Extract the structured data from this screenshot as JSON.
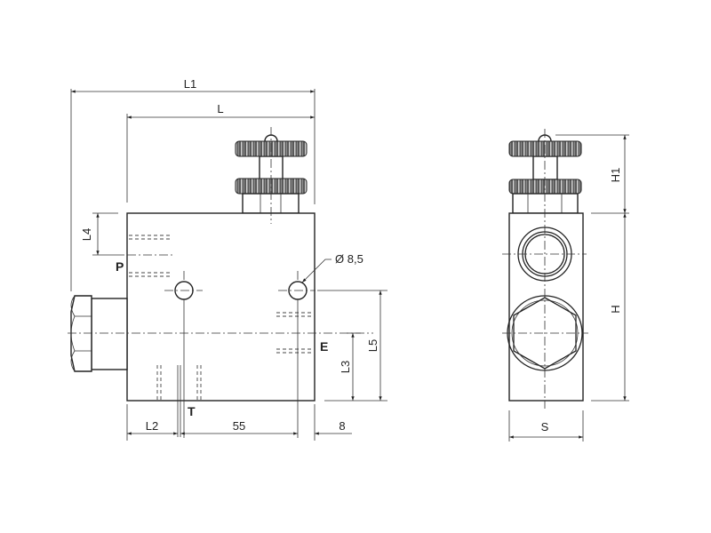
{
  "labels": {
    "L1": "L1",
    "L": "L",
    "L2": "L2",
    "L3": "L3",
    "L4": "L4",
    "L5": "L5",
    "dim_55": "55",
    "dim_8": "8",
    "hole_diameter": "Ø 8,5",
    "port_P": "P",
    "port_E": "E",
    "port_T": "T",
    "H": "H",
    "H1": "H1",
    "S": "S"
  }
}
